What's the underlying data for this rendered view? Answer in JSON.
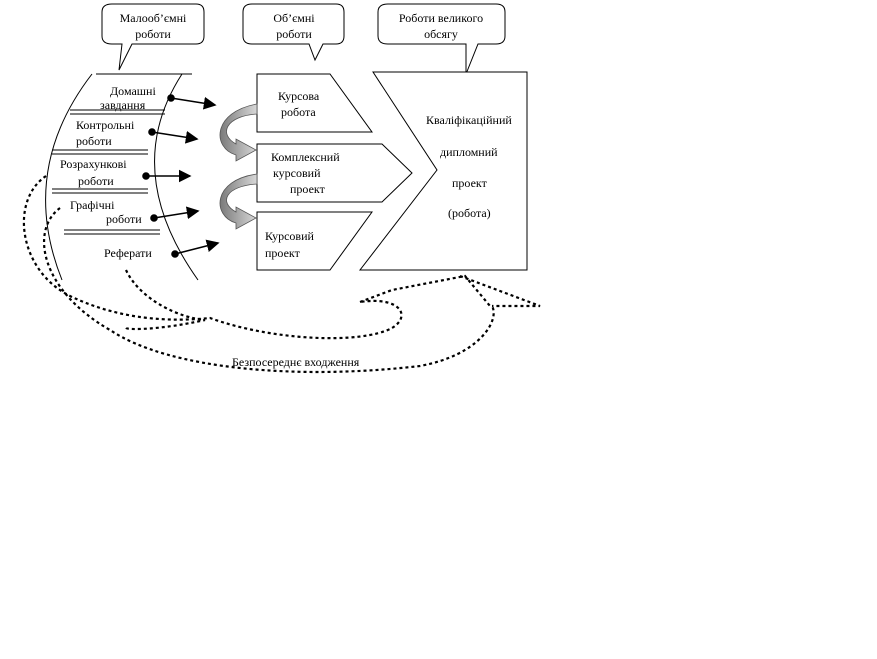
{
  "callouts": {
    "small": [
      "Малооб’ємні",
      "роботи"
    ],
    "volume": [
      "Об’ємні",
      "роботи"
    ],
    "large": [
      "Роботи великого",
      "обсягу"
    ]
  },
  "small_works": {
    "homework": [
      "Домашні",
      "завдання"
    ],
    "tests": [
      "Контрольні",
      "роботи"
    ],
    "calc": [
      "Розрахункові",
      "роботи"
    ],
    "graphic": [
      "Графічні",
      "роботи"
    ],
    "essays": "Реферати"
  },
  "volume_works": {
    "coursework": [
      "Курсова",
      "робота"
    ],
    "complex": [
      "Комплексний",
      "курсовий",
      "проект"
    ],
    "project": [
      "Курсовий",
      "проект"
    ]
  },
  "final_work": [
    "Кваліфікаційний",
    "дипломний",
    "проект",
    "(робота)"
  ],
  "direct_entry": "Безпосереднє входження"
}
